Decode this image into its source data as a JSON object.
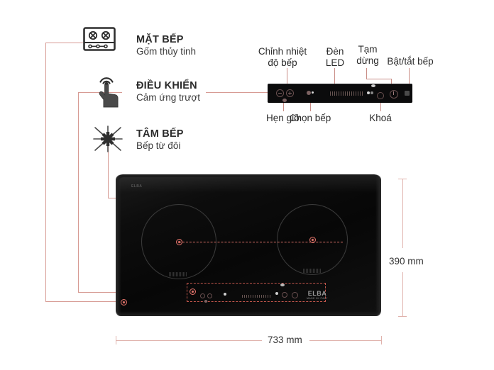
{
  "features": [
    {
      "icon": "cooktop-surface-icon",
      "title": "MẶT BẾP",
      "subtitle": "Gốm thủy tinh"
    },
    {
      "icon": "touch-hand-icon",
      "title": "ĐIỀU KHIỂN",
      "subtitle": "Cảm ứng trượt"
    },
    {
      "icon": "induction-burst-icon",
      "title": "TÂM BẾP",
      "subtitle": "Bếp từ đôi"
    }
  ],
  "control_panel": {
    "callouts_top": [
      {
        "id": "temperature-adjust",
        "text": "Chỉnh nhiệt\nđộ bếp"
      },
      {
        "id": "led-display",
        "text": "Đèn\nLED"
      },
      {
        "id": "pause",
        "text": "Tạm\ndừng"
      },
      {
        "id": "power-on-off",
        "text": "Bật/tắt bếp"
      }
    ],
    "callouts_bottom": [
      {
        "id": "timer",
        "text": "Hẹn giờ"
      },
      {
        "id": "zone-select",
        "text": "Chọn bếp"
      },
      {
        "id": "lock",
        "text": "Khoá"
      }
    ]
  },
  "dimensions": {
    "width_label": "733 mm",
    "height_label": "390 mm"
  },
  "product": {
    "brand_name": "ELBA",
    "brand_tagline": "MADE IN ITALY",
    "corner_logo": "ELBA"
  },
  "colors": {
    "leader_line": "#d79b94",
    "dimension_line": "#e0b2ac",
    "marker_accent": "#e0736a",
    "panel_outline": "#c2564c",
    "text": "#2b2b2b",
    "appliance_body": "#090909"
  }
}
